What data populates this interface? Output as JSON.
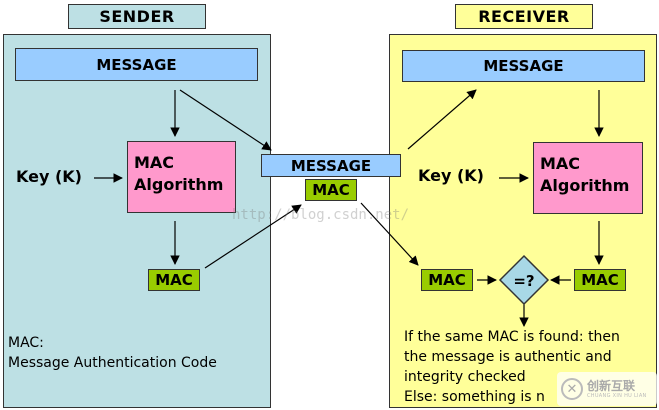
{
  "sender": {
    "title": "SENDER",
    "message": "MESSAGE",
    "key": "Key (K)",
    "algorithm_line1": "MAC",
    "algorithm_line2": "Algorithm",
    "mac": "MAC",
    "note": "MAC:\nMessage Authentication Code"
  },
  "channel": {
    "message": "MESSAGE",
    "mac": "MAC"
  },
  "receiver": {
    "title": "RECEIVER",
    "message": "MESSAGE",
    "key": "Key (K)",
    "algorithm_line1": "MAC",
    "algorithm_line2": "Algorithm",
    "mac_received": "MAC",
    "mac_computed": "MAC",
    "compare": "=?",
    "note": "If the same MAC is found: then\nthe message is authentic and\nintegrity checked\nElse: something is n"
  },
  "watermark": "http://blog.csdn.net/",
  "logo": {
    "text": "创新互联",
    "sub": "CHUANG XIN HU LIAN"
  },
  "colors": {
    "sender_bg": "#bde0e4",
    "receiver_bg": "#ffff99",
    "message": "#99ccff",
    "algorithm": "#ff99cc",
    "mac": "#99cc00",
    "compare": "#a8d8e6"
  }
}
